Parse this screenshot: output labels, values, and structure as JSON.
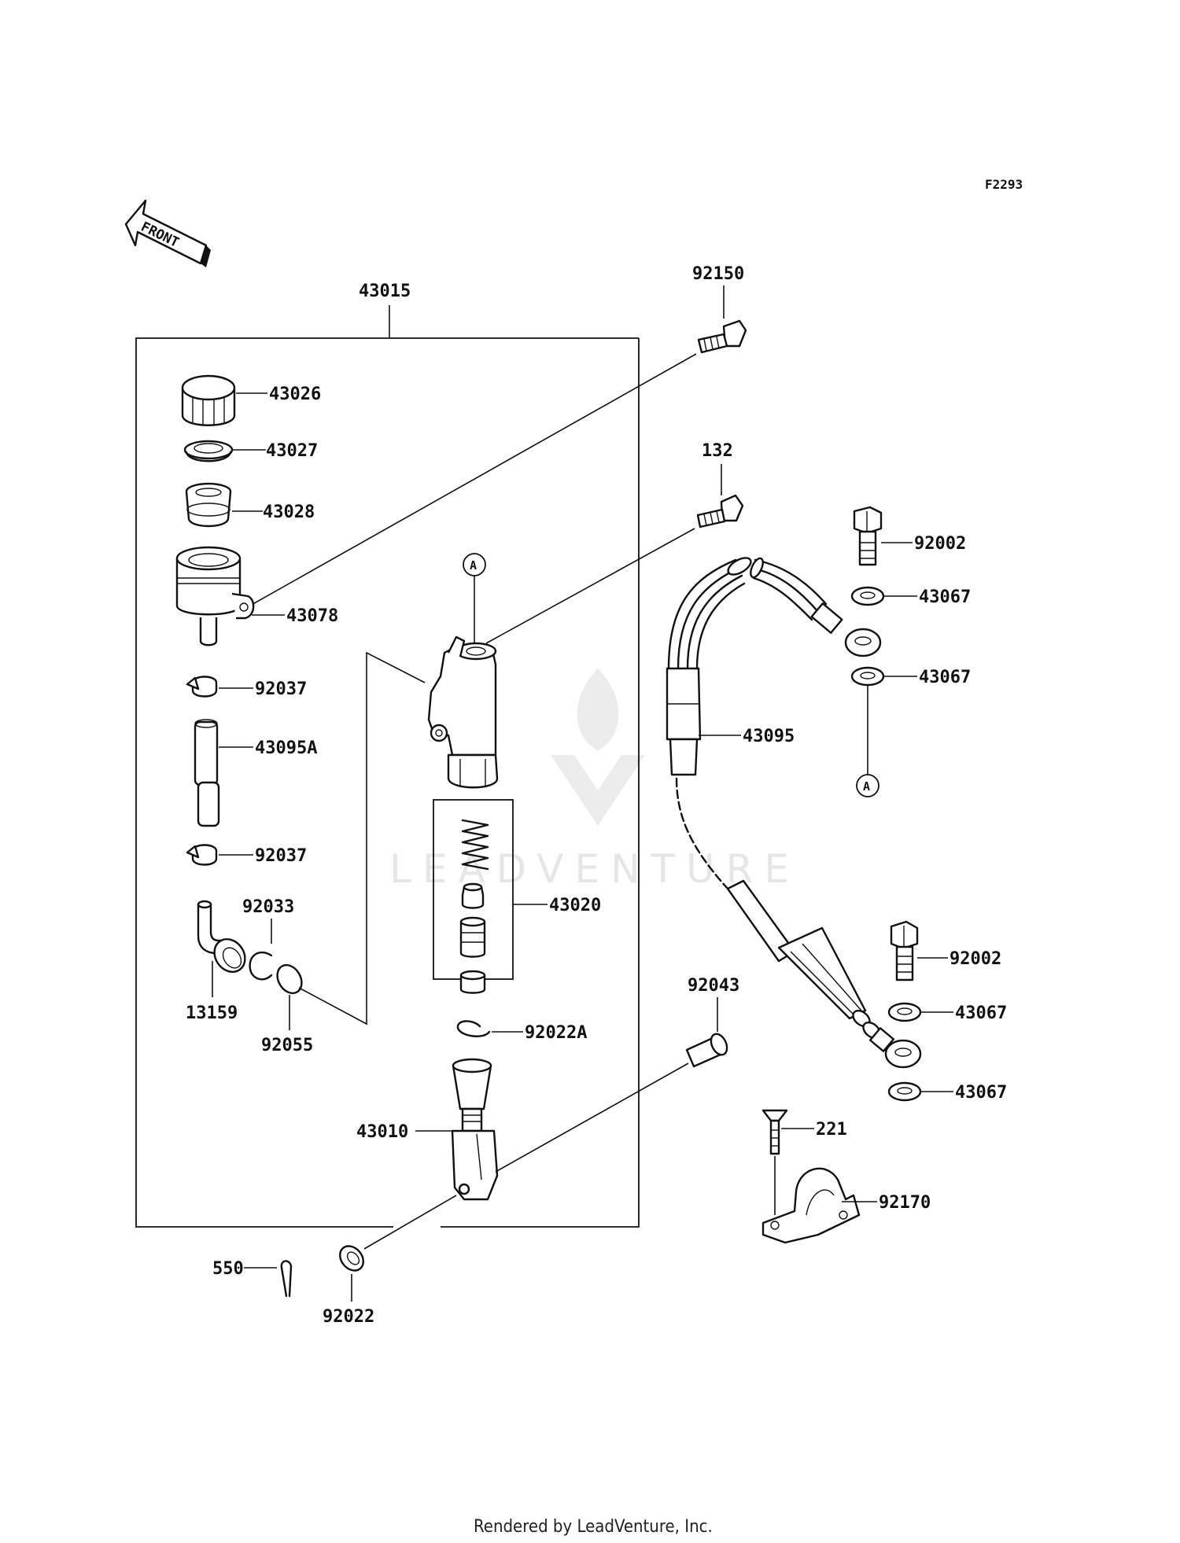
{
  "diagram": {
    "figure_code": "F2293",
    "front_label": "FRONT",
    "watermark": "LEADVENTURE",
    "footer": "Rendered by LeadVenture, Inc.",
    "ref_marker": "A",
    "parts": {
      "p43015": "43015",
      "p92150": "92150",
      "p43026": "43026",
      "p43027": "43027",
      "p43028": "43028",
      "p43078": "43078",
      "p92037a": "92037",
      "p43095A": "43095A",
      "p92037b": "92037",
      "p92033": "92033",
      "p13159": "13159",
      "p92055": "92055",
      "p132": "132",
      "p43020": "43020",
      "p92022A": "92022A",
      "p43010": "43010",
      "p92043": "92043",
      "p550": "550",
      "p92022": "92022",
      "p92002a": "92002",
      "p43067a": "43067",
      "p43067b": "43067",
      "p43095": "43095",
      "p92002b": "92002",
      "p43067c": "43067",
      "p43067d": "43067",
      "p221": "221",
      "p92170": "92170"
    }
  }
}
